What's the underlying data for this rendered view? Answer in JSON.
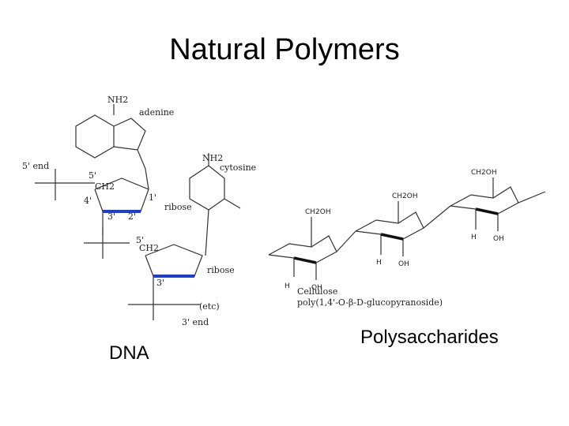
{
  "slide": {
    "title": "Natural Polymers",
    "caption_left": "DNA",
    "caption_right": "Polysaccharides"
  },
  "dna_figure": {
    "label_5end": "5' end",
    "label_3end": "3' end",
    "label_adenine": "adenine",
    "label_cytosine": "cytosine",
    "label_ribose_1": "ribose",
    "label_ribose_2": "ribose",
    "label_nh2_a": "NH2",
    "label_nh2_c": "NH2",
    "label_etc": "(etc)",
    "label_5prime": "5'",
    "label_4prime": "4'",
    "label_3prime": "3'",
    "label_2prime": "2'",
    "label_1prime": "1'",
    "label_5prime_b": "5'",
    "label_3prime_b": "3'",
    "label_ch2_a": "CH2",
    "label_ch2_b": "CH2"
  },
  "cellulose_figure": {
    "name": "Cellulose",
    "formula": "poly(1,4'-O-β-D-glucopyranoside)"
  }
}
